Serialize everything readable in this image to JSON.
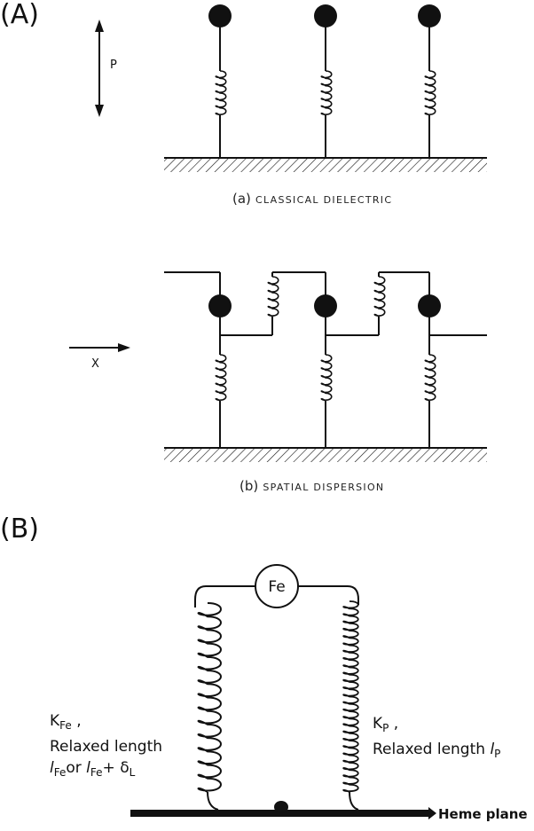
{
  "panels": {
    "a_label": "(A)",
    "b_label": "(B)"
  },
  "figure_a": {
    "p_label": "P",
    "x_label": "X",
    "caption_a_paren": "(a)",
    "caption_a_text": "Classical dielectric",
    "caption_b_paren": "(b)",
    "caption_b_text": "Spatial dispersion"
  },
  "figure_b": {
    "fe_label": "Fe",
    "left_k": "K",
    "left_k_sub": "Fe",
    "left_line2": "Relaxed length",
    "left_l1": "l",
    "left_l1_sub": "Fe",
    "left_or": "or",
    "left_l2": "l",
    "left_l2_sub": "Fe",
    "left_plus": "+ δ",
    "left_delta_sub": "L",
    "right_k": "K",
    "right_k_sub": "P",
    "right_line2_prefix": "Relaxed length ",
    "right_l": "l",
    "right_l_sub": "P",
    "heme_label": "Heme plane"
  },
  "colors": {
    "ink": "#111111"
  }
}
